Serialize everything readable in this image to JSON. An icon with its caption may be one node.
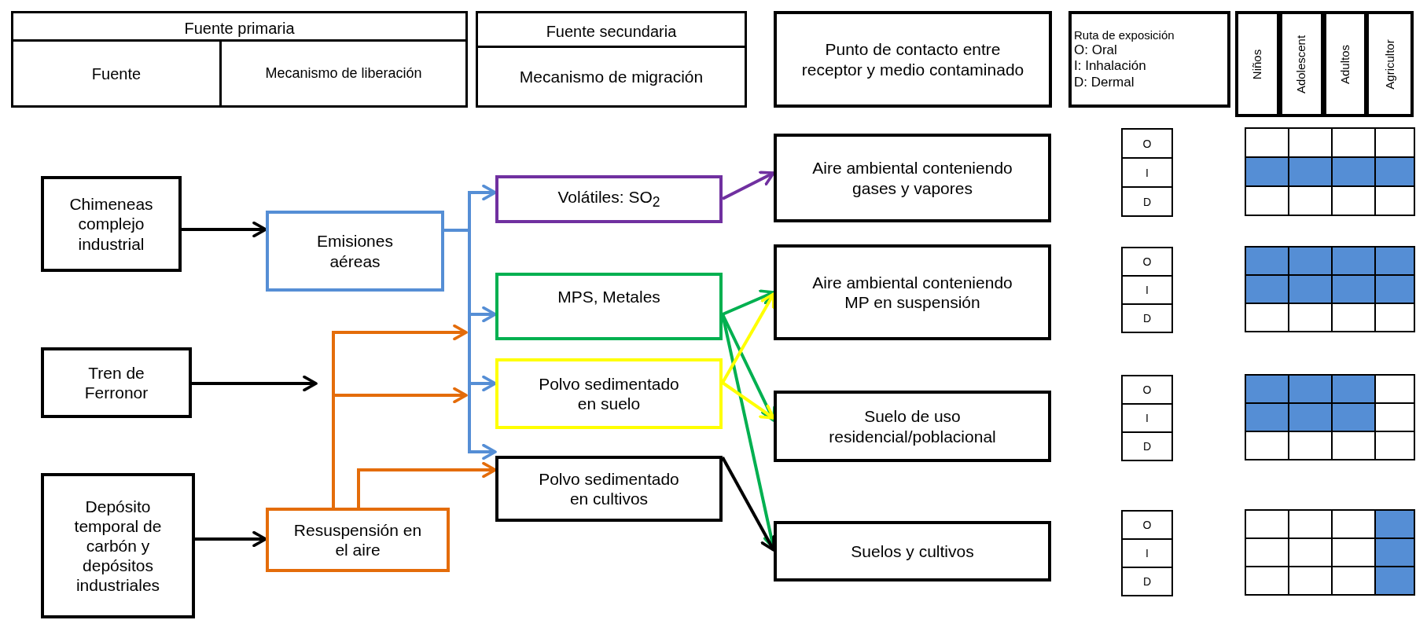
{
  "diagram": {
    "nodes": [
      {
        "text": [
          "Fuente primaria"
        ]
      },
      {
        "text": [
          "Fuente"
        ],
        "in": 0
      },
      {
        "text": [
          "Mecanismo de liberación"
        ],
        "in": 0
      },
      {
        "text": [
          "Fuente secundaria"
        ]
      },
      {
        "text": [
          "Mecanismo de migración"
        ],
        "in": 3
      },
      {
        "text": [
          "Punto de contacto entre receptor y medio contaminado"
        ]
      },
      {
        "text": [
          "Ruta de exposición",
          "O: Oral",
          "I: Inhalación",
          "D: Dermal"
        ]
      },
      {
        "text": [
          "Niños"
        ]
      },
      {
        "text": [
          "Adolescent"
        ]
      },
      {
        "text": [
          "Adultos"
        ]
      },
      {
        "text": [
          "Agricultor"
        ]
      },
      {
        "text": [
          "Chimeneas complejo industrial"
        ]
      },
      {
        "text": [
          "Tren de Ferronor"
        ]
      },
      {
        "text": [
          "Depósito temporal de carbón y depósitos industriales"
        ]
      },
      {
        "text": [
          "Emisiones aéreas"
        ]
      },
      {
        "text": [
          "Resuspensión en el aire"
        ]
      },
      {
        "text": [
          "Volátiles: SO$_{2}$"
        ]
      },
      {
        "text": [
          "MPS, Metales"
        ]
      },
      {
        "text": [
          "Polvo sedimentado en suelo"
        ]
      },
      {
        "text": [
          "Polvo sedimentado en cultivos"
        ]
      },
      {
        "text": [
          "Aire ambiental conteniendo gases y vapores"
        ]
      },
      {
        "text": [
          "Aire ambiental conteniendo MP en suspensión"
        ]
      },
      {
        "text": [
          "Suelo de uso residencial/poblacional"
        ]
      },
      {
        "text": [
          "Suelos y cultivos"
        ]
      }
    ],
    "edges": [
      {
        "from": 11,
        "to": 14,
        "arrow": "to"
      },
      {
        "from": 12,
        "to": null,
        "arrow": "to"
      },
      {
        "from": 13,
        "to": 15,
        "arrow": "to"
      },
      {
        "from": 14,
        "to": 16,
        "arrow": "to",
        "color": "#558ed5"
      },
      {
        "from": 14,
        "to": 17,
        "arrow": "to",
        "color": "#558ed5"
      },
      {
        "from": 14,
        "to": 18,
        "arrow": "to",
        "color": "#558ed5"
      },
      {
        "from": 14,
        "to": 19,
        "arrow": "to",
        "color": "#558ed5"
      },
      {
        "from": 15,
        "to": 17,
        "arrow": "to",
        "color": "#e46c0a"
      },
      {
        "from": 15,
        "to": 18,
        "arrow": "to",
        "color": "#e46c0a"
      },
      {
        "from": 15,
        "to": 19,
        "arrow": "to",
        "color": "#e46c0a"
      },
      {
        "from": 16,
        "to": 20,
        "arrow": "to",
        "color": "#7030a0"
      },
      {
        "from": 17,
        "to": 21,
        "arrow": "to",
        "color": "#00b050"
      },
      {
        "from": 17,
        "to": 22,
        "arrow": "to",
        "color": "#00b050"
      },
      {
        "from": 17,
        "to": 23,
        "arrow": "to",
        "color": "#00b050"
      },
      {
        "from": 18,
        "to": 21,
        "arrow": "to",
        "color": "#ffff00"
      },
      {
        "from": 18,
        "to": 22,
        "arrow": "to",
        "color": "#ffff00"
      },
      {
        "from": 19,
        "to": 23,
        "arrow": "to"
      }
    ],
    "labels": [
      "O",
      "I",
      "D",
      "O",
      "I",
      "D",
      "O",
      "I",
      "D",
      "O",
      "I",
      "D"
    ]
  }
}
